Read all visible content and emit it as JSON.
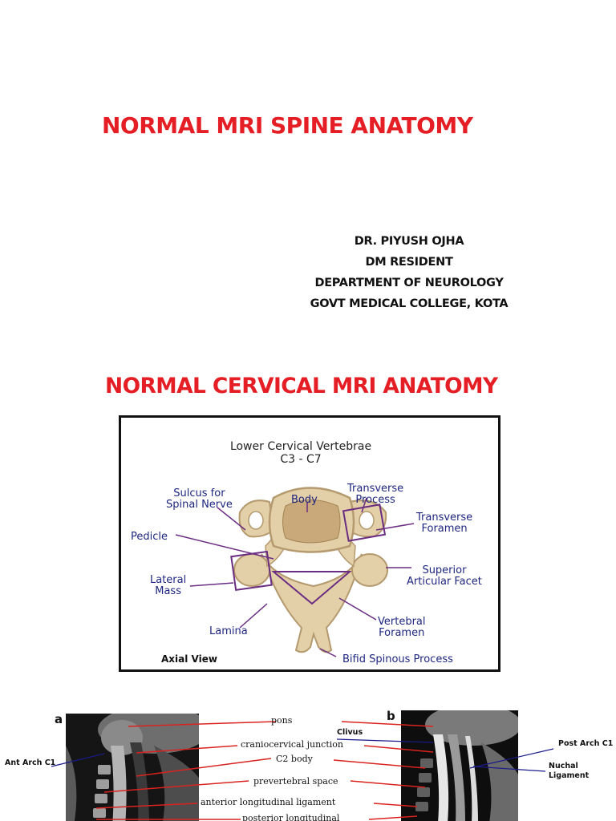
{
  "slide": {
    "title": "NORMAL MRI SPINE ANATOMY",
    "author": {
      "name": "DR. PIYUSH OJHA",
      "role": "DM RESIDENT",
      "department": "DEPARTMENT OF NEUROLOGY",
      "institution": "GOVT MEDICAL COLLEGE, KOTA"
    },
    "section_title": "NORMAL CERVICAL MRI ANATOMY"
  },
  "vertebra_diagram": {
    "heading_line1": "Lower Cervical Vertebrae",
    "heading_line2": "C3 - C7",
    "labels": {
      "sulcus": "Sulcus for\nSpinal Nerve",
      "body": "Body",
      "transverse_process": "Transverse\nProcess",
      "transverse_foramen": "Transverse\nForamen",
      "pedicle": "Pedicle",
      "superior_articular_facet": "Superior\nArticular Facet",
      "lateral_mass": "Lateral\nMass",
      "lamina": "Lamina",
      "vertebral_foramen": "Vertebral\nForamen",
      "bifid_spinous_process": "Bifid Spinous Process"
    },
    "caption": "Axial View",
    "colors": {
      "bone": "#e3cfa8",
      "bone_edge": "#b49a6e",
      "label": "#1e2680",
      "outline": "#6b2d82"
    }
  },
  "mri_figure": {
    "panel_a_letter": "a",
    "panel_b_letter": "b",
    "center_labels": {
      "pons": "pons",
      "craniocervical": "craniocervical junction",
      "c2_body": "C2 body",
      "prevertebral": "prevertebral space",
      "anterior_ligament": "anterior longitudinal ligament",
      "posterior_ligament": "posterior longitudinal"
    },
    "side_labels": {
      "clivus": "Clivus",
      "ant_arch": "Ant Arch C1",
      "post_arch": "Post Arch C1",
      "nuchal": "Nuchal\nLigament"
    },
    "colors": {
      "pointer": "#d9231f"
    }
  }
}
